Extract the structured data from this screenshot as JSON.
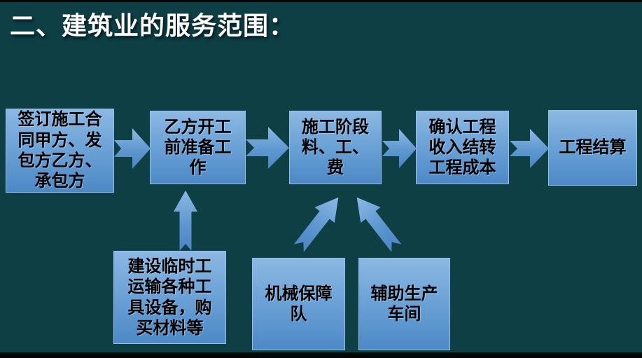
{
  "slide": {
    "title": "二、建筑业的服务范围：",
    "background_color": "#0d3f45",
    "box_fill_top": "#8cb8e3",
    "box_fill_bottom": "#4d89c6",
    "box_border_color": "#94bfe7",
    "box_text_color": "#000000",
    "title_color": "#ffffff"
  },
  "flow": {
    "main_steps": [
      {
        "id": "step-1",
        "label": "签订施工合\n同甲方、发\n包方乙方、\n承包方"
      },
      {
        "id": "step-2",
        "label": "乙方开工\n前准备工\n作"
      },
      {
        "id": "step-3",
        "label": "施工阶段\n料、工、\n费"
      },
      {
        "id": "step-4",
        "label": "确认工程\n收入结转\n工程成本"
      },
      {
        "id": "step-5",
        "label": "工程结算"
      }
    ],
    "support_boxes": [
      {
        "id": "support-1",
        "label": "建设临时工\n运输各种工\n具设备，购\n买材料等",
        "feeds": "step-2"
      },
      {
        "id": "support-2",
        "label": "机械保障\n队",
        "feeds": "step-3"
      },
      {
        "id": "support-3",
        "label": "辅助生产\n车间",
        "feeds": "step-3"
      }
    ],
    "connectors": [
      {
        "from": "step-1",
        "to": "step-2",
        "direction": "right"
      },
      {
        "from": "step-2",
        "to": "step-3",
        "direction": "right"
      },
      {
        "from": "step-3",
        "to": "step-4",
        "direction": "right"
      },
      {
        "from": "step-4",
        "to": "step-5",
        "direction": "right"
      },
      {
        "from": "support-1",
        "to": "step-2",
        "direction": "up"
      },
      {
        "from": "support-2",
        "to": "step-3",
        "direction": "up-right"
      },
      {
        "from": "support-3",
        "to": "step-3",
        "direction": "up-left"
      }
    ]
  }
}
